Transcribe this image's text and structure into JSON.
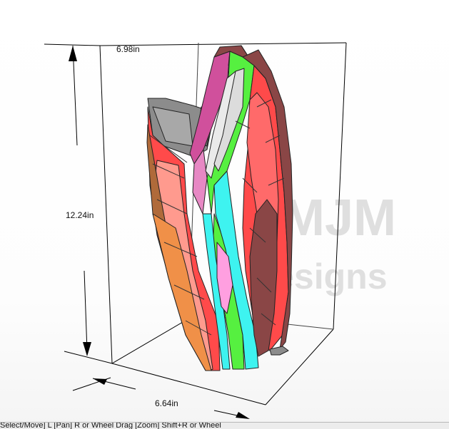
{
  "viewport": {
    "dimensions": {
      "width": "6.98in",
      "height": "12.24in",
      "depth": "6.64in"
    },
    "watermark": {
      "line1": "MJM",
      "line2": "Designs"
    }
  },
  "statusbar": {
    "text": "Select/Move] L [Pan] R or Wheel Drag [Zoom] Shift+R or Wheel"
  },
  "colors": {
    "red": "#ff4a4a",
    "green": "#56f040",
    "cyan": "#3ef3f0",
    "magenta": "#d0509c",
    "brown": "#8a4646",
    "orange": "#f09048",
    "gray": "#8c8c8c"
  }
}
